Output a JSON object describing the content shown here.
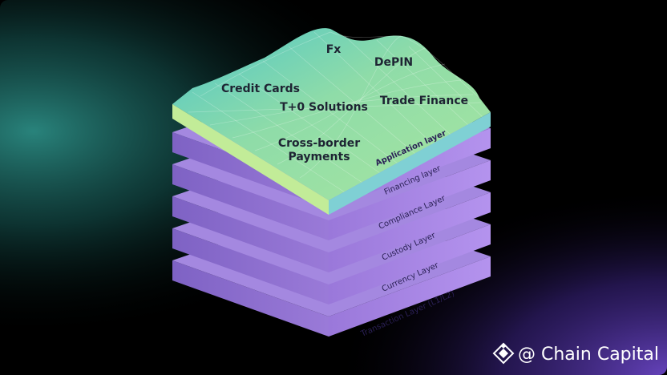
{
  "diagram": {
    "application_items": [
      "Fx",
      "DePIN",
      "Credit Cards",
      "T+0 Solutions",
      "Trade Finance",
      "Cross-border",
      "Payments"
    ],
    "layers": [
      "Application layer",
      "Financing layer",
      "Compliance Layer",
      "Custody Layer",
      "Currency Layer",
      "Transaction Layer (L1/L2)"
    ]
  },
  "watermark": {
    "text": "@ Chain Capital",
    "icon": "binance-diamond-icon"
  },
  "colors": {
    "background": "#000000",
    "layer_purple": "#8f6fd0",
    "top_green": "#9fe0a0",
    "top_teal": "#5cc6c6",
    "glow_teal": "#1e6f6a",
    "glow_purple": "#5a3aa8"
  }
}
